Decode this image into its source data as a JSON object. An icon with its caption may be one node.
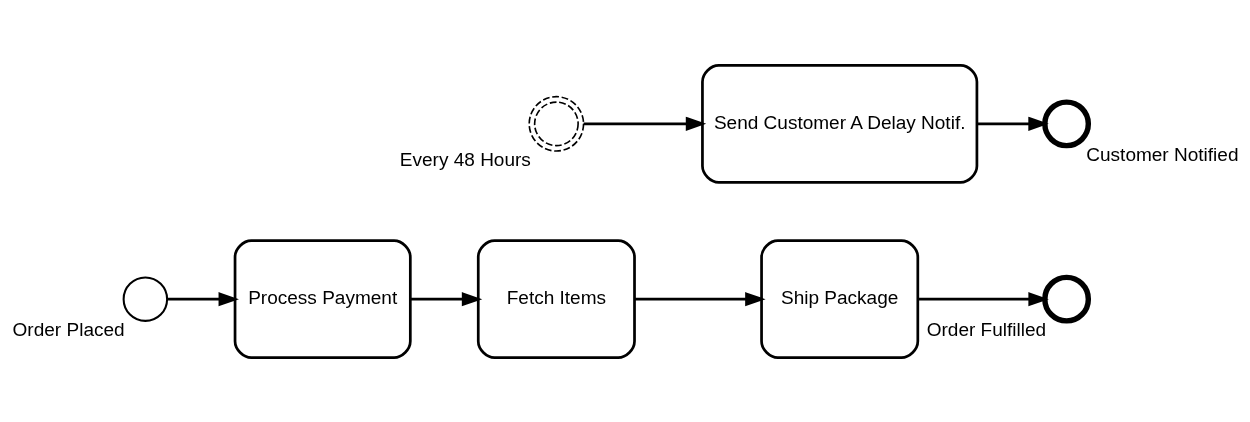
{
  "diagram": {
    "nodes": [
      {
        "text": [],
        "shape": "circle",
        "beside": [
          "Order Placed"
        ]
      },
      {
        "text": [
          "Process Payment"
        ]
      },
      {
        "text": [
          "Fetch Items"
        ]
      },
      {
        "text": [],
        "shape": "circle",
        "beside": [
          "Every 48 Hours"
        ]
      },
      {
        "text": [
          "Ship Package"
        ]
      },
      {
        "text": [],
        "shape": "circle",
        "beside": [
          "Order Fulfilled"
        ]
      },
      {
        "text": [
          "Send Customer A Delay Notif."
        ]
      },
      {
        "text": [],
        "shape": "circle",
        "beside": [
          "Customer Notified"
        ]
      }
    ],
    "edges": [
      {
        "from": 0,
        "to": 1,
        "arrow": "to"
      },
      {
        "from": 1,
        "to": 2,
        "arrow": "to"
      },
      {
        "from": 2,
        "to": 4,
        "arrow": "to"
      },
      {
        "from": 4,
        "to": 5,
        "arrow": "to"
      },
      {
        "from": 3,
        "to": 6,
        "arrow": "to"
      },
      {
        "from": 6,
        "to": 7,
        "arrow": "to"
      }
    ]
  }
}
